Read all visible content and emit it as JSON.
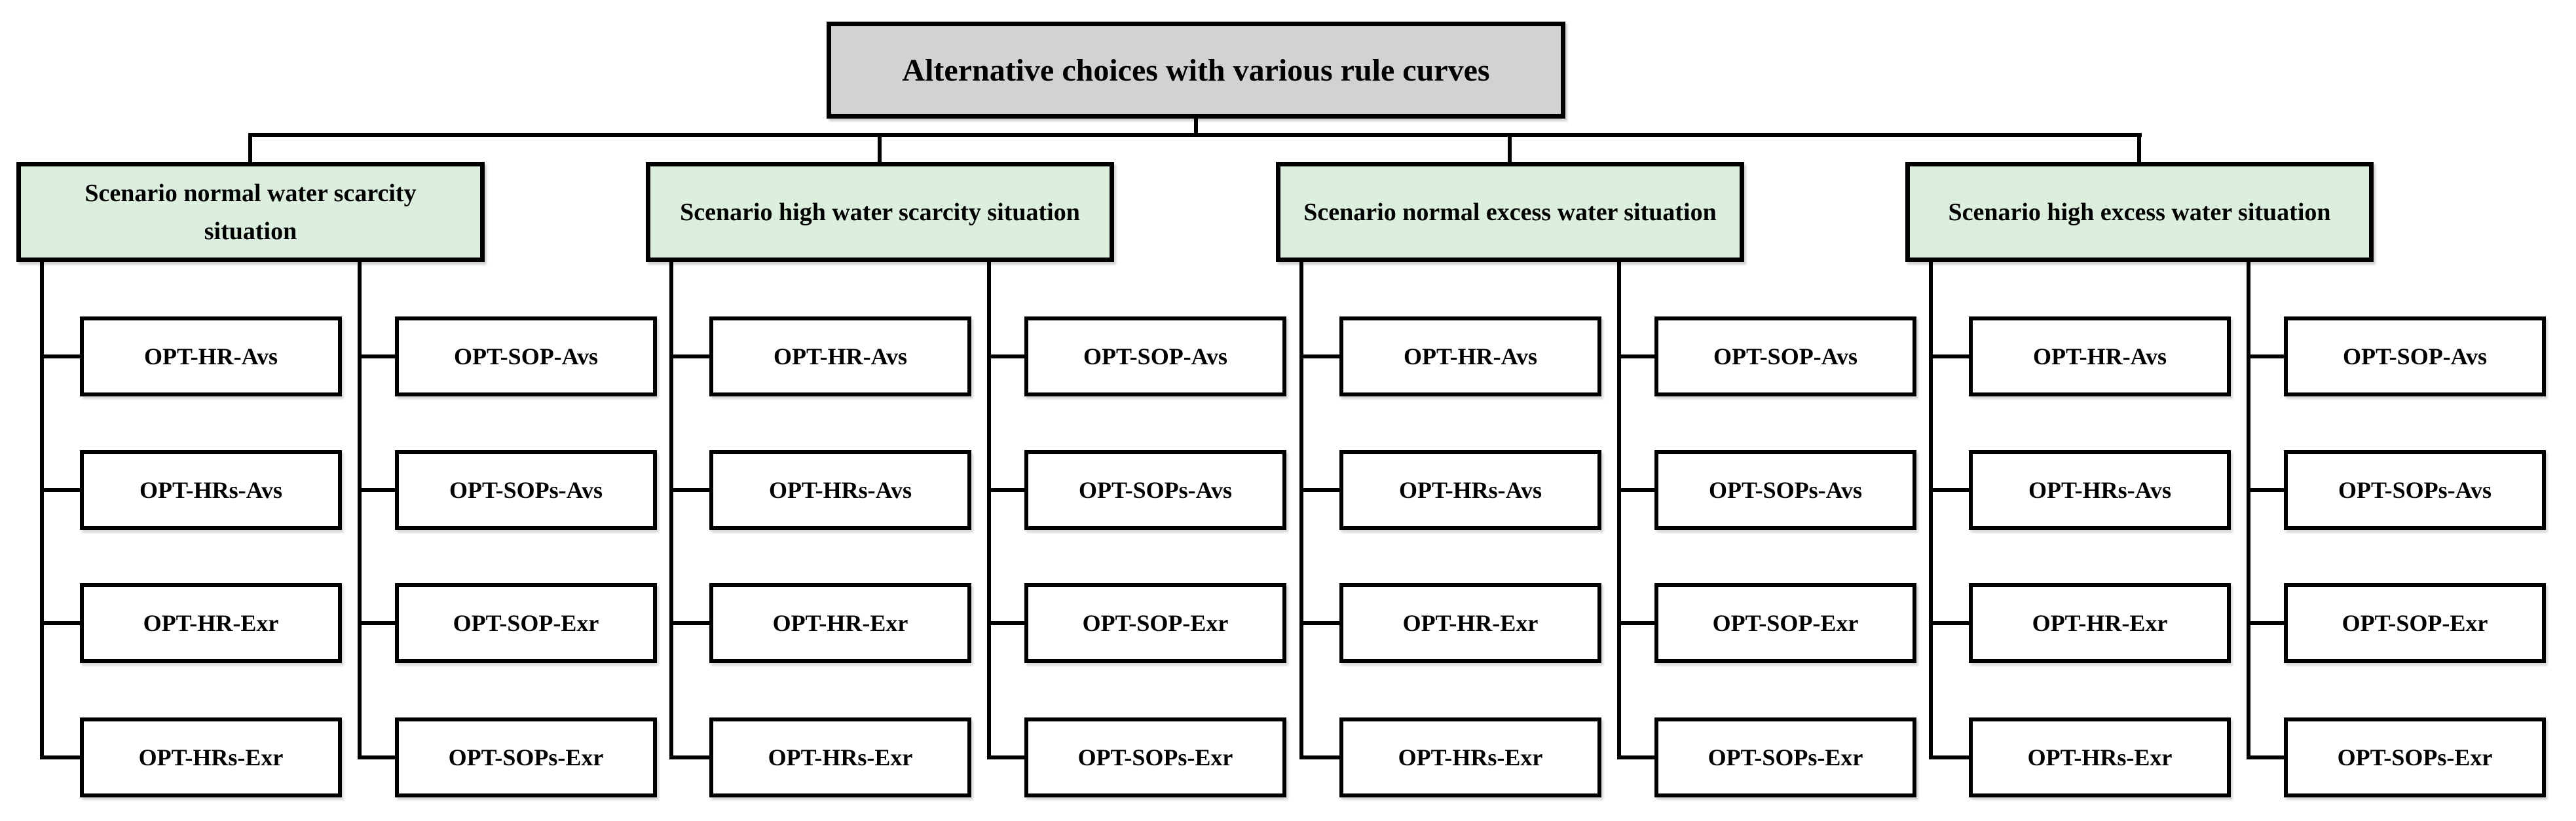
{
  "title": "Alternative choices with various rule curves",
  "colors": {
    "page_bg": "#ffffff",
    "title_bg": "#d3d2d2",
    "scenario_bg": "#dceedd",
    "box_bg": "#ffffff",
    "line": "#000000"
  },
  "groups": [
    {
      "label": "Scenario normal water scarcity situation",
      "columns": [
        {
          "items": [
            "OPT-HR-Avs",
            "OPT-HRs-Avs",
            "OPT-HR-Exr",
            "OPT-HRs-Exr"
          ]
        },
        {
          "items": [
            "OPT-SOP-Avs",
            "OPT-SOPs-Avs",
            "OPT-SOP-Exr",
            "OPT-SOPs-Exr"
          ]
        }
      ]
    },
    {
      "label": "Scenario high water scarcity situation",
      "columns": [
        {
          "items": [
            "OPT-HR-Avs",
            "OPT-HRs-Avs",
            "OPT-HR-Exr",
            "OPT-HRs-Exr"
          ]
        },
        {
          "items": [
            "OPT-SOP-Avs",
            "OPT-SOPs-Avs",
            "OPT-SOP-Exr",
            "OPT-SOPs-Exr"
          ]
        }
      ]
    },
    {
      "label": "Scenario normal excess water situation",
      "columns": [
        {
          "items": [
            "OPT-HR-Avs",
            "OPT-HRs-Avs",
            "OPT-HR-Exr",
            "OPT-HRs-Exr"
          ]
        },
        {
          "items": [
            "OPT-SOP-Avs",
            "OPT-SOPs-Avs",
            "OPT-SOP-Exr",
            "OPT-SOPs-Exr"
          ]
        }
      ]
    },
    {
      "label": "Scenario high excess water situation",
      "columns": [
        {
          "items": [
            "OPT-HR-Avs",
            "OPT-HRs-Avs",
            "OPT-HR-Exr",
            "OPT-HRs-Exr"
          ]
        },
        {
          "items": [
            "OPT-SOP-Avs",
            "OPT-SOPs-Avs",
            "OPT-SOP-Exr",
            "OPT-SOPs-Exr"
          ]
        }
      ]
    }
  ]
}
